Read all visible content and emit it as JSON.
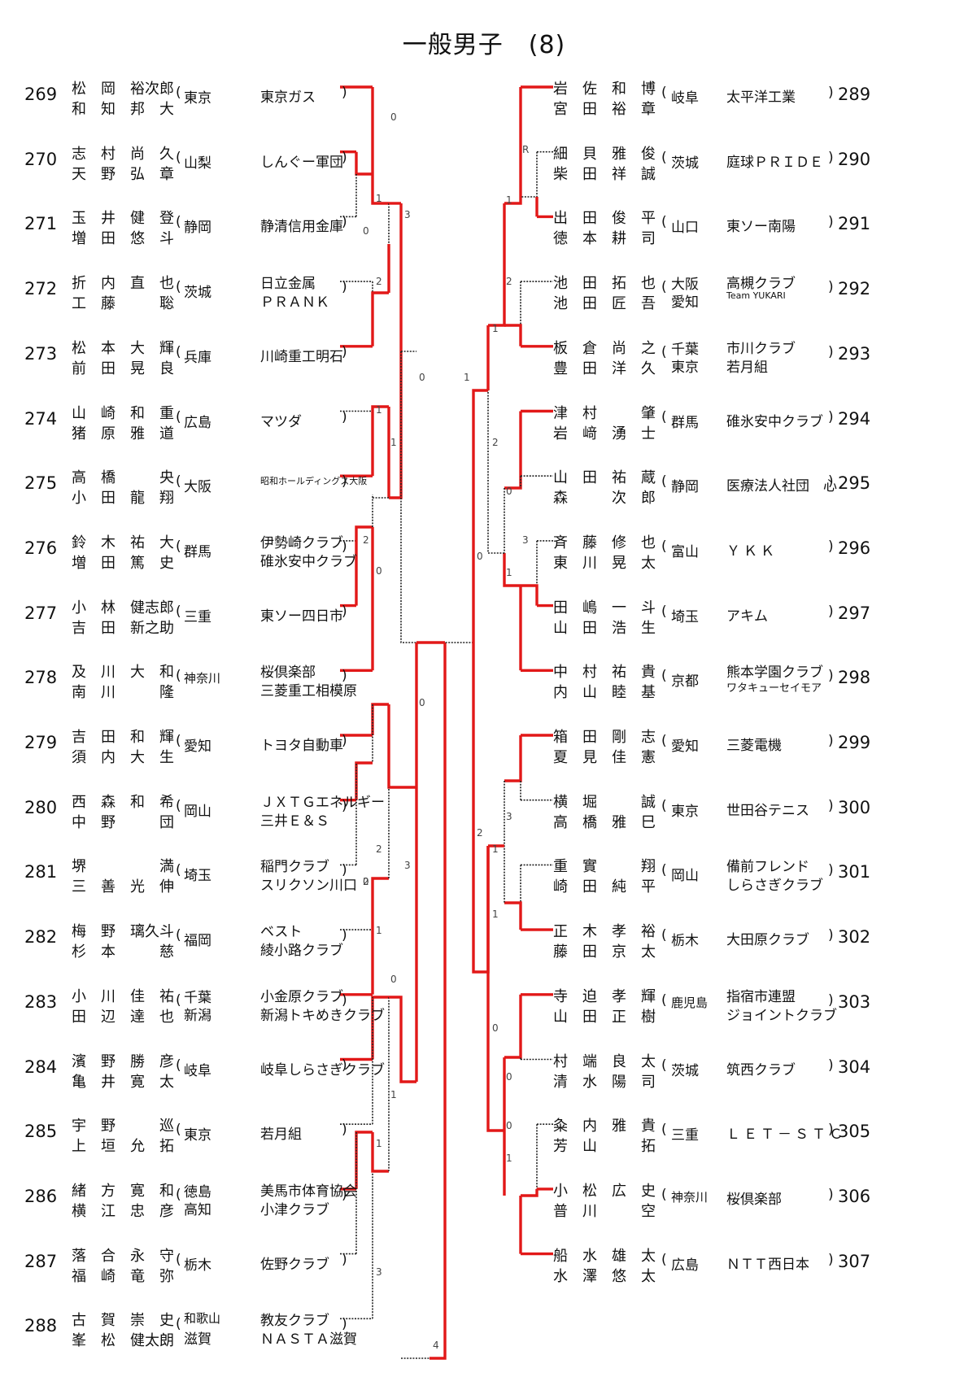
{
  "title": "一般男子　(8)",
  "left": [
    {
      "num": "269",
      "names": [
        "松　岡　裕次郎",
        "和　知　邦　大"
      ],
      "prefs": [
        "東京"
      ],
      "clubs": [
        "東京ガス"
      ]
    },
    {
      "num": "270",
      "names": [
        "志　村　尚　久",
        "天　野　弘　章"
      ],
      "prefs": [
        "山梨"
      ],
      "clubs": [
        "しんぐー軍団"
      ]
    },
    {
      "num": "271",
      "names": [
        "玉　井　健　登",
        "増　田　悠　斗"
      ],
      "prefs": [
        "静岡"
      ],
      "clubs": [
        "静清信用金庫"
      ]
    },
    {
      "num": "272",
      "names": [
        "折　内　直　也",
        "工　藤　　　聡"
      ],
      "prefs": [
        "茨城"
      ],
      "clubs": [
        "日立金属",
        "ＰＲＡＮＫ"
      ]
    },
    {
      "num": "273",
      "names": [
        "松　本　大　輝",
        "前　田　晃　良"
      ],
      "prefs": [
        "兵庫"
      ],
      "clubs": [
        "川崎重工明石"
      ]
    },
    {
      "num": "274",
      "names": [
        "山　崎　和　重",
        "猪　原　雅　道"
      ],
      "prefs": [
        "広島"
      ],
      "clubs": [
        "マツダ"
      ]
    },
    {
      "num": "275",
      "names": [
        "高　橋　　　央",
        "小　田　龍　翔"
      ],
      "prefs": [
        "大阪"
      ],
      "clubs": [
        "昭和ホールディングス大阪"
      ]
    },
    {
      "num": "276",
      "names": [
        "鈴　木　祐　大",
        "増　田　篤　史"
      ],
      "prefs": [
        "群馬"
      ],
      "clubs": [
        "伊勢崎クラブ",
        "碓氷安中クラブ"
      ]
    },
    {
      "num": "277",
      "names": [
        "小　林　健志郎",
        "吉　田　新之助"
      ],
      "prefs": [
        "三重"
      ],
      "clubs": [
        "東ソー四日市"
      ]
    },
    {
      "num": "278",
      "names": [
        "及　川　大　和",
        "南　川　　　隆"
      ],
      "prefs": [
        "神奈川"
      ],
      "clubs": [
        "桜倶楽部",
        "三菱重工相模原"
      ]
    },
    {
      "num": "279",
      "names": [
        "吉　田　和　輝",
        "須　内　大　生"
      ],
      "prefs": [
        "愛知"
      ],
      "clubs": [
        "トヨタ自動車"
      ]
    },
    {
      "num": "280",
      "names": [
        "西　森　和　希",
        "中　野　　　団"
      ],
      "prefs": [
        "岡山"
      ],
      "clubs": [
        "ＪＸＴＧエネルギー",
        "三井Ｅ＆Ｓ"
      ]
    },
    {
      "num": "281",
      "names": [
        "堺　　　　　満",
        "三　善　光　伸"
      ],
      "prefs": [
        "埼玉"
      ],
      "clubs": [
        "稲門クラブ",
        "スリクソン川口"
      ]
    },
    {
      "num": "282",
      "names": [
        "梅　野　璃久斗",
        "杉　本　　　慈"
      ],
      "prefs": [
        "福岡"
      ],
      "clubs": [
        "ベスト",
        "綾小路クラブ"
      ]
    },
    {
      "num": "283",
      "names": [
        "小　川　佳　祐",
        "田　辺　達　也"
      ],
      "prefs": [
        "千葉",
        "新潟"
      ],
      "clubs": [
        "小金原クラブ",
        "新潟トキめきクラブ"
      ]
    },
    {
      "num": "284",
      "names": [
        "濱　野　勝　彦",
        "亀　井　寛　太"
      ],
      "prefs": [
        "岐阜"
      ],
      "clubs": [
        "岐阜しらさぎクラブ"
      ]
    },
    {
      "num": "285",
      "names": [
        "宇　野　　　巡",
        "上　垣　允　拓"
      ],
      "prefs": [
        "東京"
      ],
      "clubs": [
        "若月組"
      ]
    },
    {
      "num": "286",
      "names": [
        "緒　方　寛　和",
        "横　江　忠　彦"
      ],
      "prefs": [
        "徳島",
        "高知"
      ],
      "clubs": [
        "美馬市体育協会",
        "小津クラブ"
      ]
    },
    {
      "num": "287",
      "names": [
        "落　合　永　守",
        "福　崎　竜　弥"
      ],
      "prefs": [
        "栃木"
      ],
      "clubs": [
        "佐野クラブ"
      ]
    },
    {
      "num": "288",
      "names": [
        "古　賀　崇　史",
        "峯　松　健太朗"
      ],
      "prefs": [
        "和歌山",
        "滋賀"
      ],
      "clubs": [
        "教友クラブ",
        "ＮＡＳＴＡ滋賀"
      ]
    }
  ],
  "right": [
    {
      "num": "289",
      "names": [
        "岩　佐　和　博",
        "宮　田　裕　章"
      ],
      "prefs": [
        "岐阜"
      ],
      "clubs": [
        "太平洋工業"
      ]
    },
    {
      "num": "290",
      "names": [
        "細　貝　雅　俊",
        "柴　田　祥　誠"
      ],
      "prefs": [
        "茨城"
      ],
      "clubs": [
        "庭球ＰＲＩＤＥ"
      ]
    },
    {
      "num": "291",
      "names": [
        "出　田　俊　平",
        "徳　本　耕　司"
      ],
      "prefs": [
        "山口"
      ],
      "clubs": [
        "東ソー南陽"
      ]
    },
    {
      "num": "292",
      "names": [
        "池　田　拓　也",
        "池　田　匠　吾"
      ],
      "prefs": [
        "大阪",
        "愛知"
      ],
      "clubs": [
        "高槻クラブ",
        "Team YUKARI"
      ]
    },
    {
      "num": "293",
      "names": [
        "板　倉　尚　之",
        "豊　田　洋　久"
      ],
      "prefs": [
        "千葉",
        "東京"
      ],
      "clubs": [
        "市川クラブ",
        "若月組"
      ]
    },
    {
      "num": "294",
      "names": [
        "津　村　　　肇",
        "岩　﨑　湧　士"
      ],
      "prefs": [
        "群馬"
      ],
      "clubs": [
        "碓氷安中クラブ"
      ]
    },
    {
      "num": "295",
      "names": [
        "山　田　祐　蔵",
        "森　　　次　郎"
      ],
      "prefs": [
        "静岡"
      ],
      "clubs": [
        "医療法人社団　心"
      ]
    },
    {
      "num": "296",
      "names": [
        "斉　藤　修　也",
        "東　川　晃　太"
      ],
      "prefs": [
        "富山"
      ],
      "clubs": [
        "ＹＫＫ"
      ]
    },
    {
      "num": "297",
      "names": [
        "田　嶋　一　斗",
        "山　田　浩　生"
      ],
      "prefs": [
        "埼玉"
      ],
      "clubs": [
        "アキム"
      ]
    },
    {
      "num": "298",
      "names": [
        "中　村　祐　貴",
        "内　山　睦　基"
      ],
      "prefs": [
        "京都"
      ],
      "clubs": [
        "熊本学園クラブ",
        "ワタキューセイモア"
      ]
    },
    {
      "num": "299",
      "names": [
        "箱　田　剛　志",
        "夏　見　佳　憲"
      ],
      "prefs": [
        "愛知"
      ],
      "clubs": [
        "三菱電機"
      ]
    },
    {
      "num": "300",
      "names": [
        "横　堀　　　誠",
        "高　橋　雅　巳"
      ],
      "prefs": [
        "東京"
      ],
      "clubs": [
        "世田谷テニス"
      ]
    },
    {
      "num": "301",
      "names": [
        "重　實　　　翔",
        "崎　田　純　平"
      ],
      "prefs": [
        "岡山"
      ],
      "clubs": [
        "備前フレンド",
        "しらさぎクラブ"
      ]
    },
    {
      "num": "302",
      "names": [
        "正　木　孝　裕",
        "藤　田　京　太"
      ],
      "prefs": [
        "栃木"
      ],
      "clubs": [
        "大田原クラブ"
      ]
    },
    {
      "num": "303",
      "names": [
        "寺　迫　孝　輝",
        "山　田　正　樹"
      ],
      "prefs": [
        "鹿児島"
      ],
      "clubs": [
        "指宿市連盟",
        "ジョイントクラブ"
      ]
    },
    {
      "num": "304",
      "names": [
        "村　端　良　太",
        "清　水　陽　司"
      ],
      "prefs": [
        "茨城"
      ],
      "clubs": [
        "筑西クラブ"
      ]
    },
    {
      "num": "305",
      "names": [
        "粂　内　雅　貴",
        "芳　山　　　拓"
      ],
      "prefs": [
        "三重"
      ],
      "clubs": [
        "ＬＥＴ－ＳＴＣ"
      ]
    },
    {
      "num": "306",
      "names": [
        "小　松　広　史",
        "普　川　　　空"
      ],
      "prefs": [
        "神奈川"
      ],
      "clubs": [
        "桜倶楽部"
      ]
    },
    {
      "num": "307",
      "names": [
        "船　水　雄　太",
        "水　澤　悠　太"
      ],
      "prefs": [
        "広島"
      ],
      "clubs": [
        "ＮＴＴ西日本"
      ]
    }
  ],
  "scores": [
    "0",
    "1",
    "0",
    "3",
    "2",
    "1",
    "1",
    "2",
    "0",
    "0",
    "0",
    "2",
    "3",
    "2",
    "0",
    "1",
    "0",
    "1",
    "1",
    "3",
    "4",
    "R",
    "1",
    "2",
    "1",
    "1",
    "2",
    "0",
    "3",
    "1",
    "0",
    "3",
    "1",
    "1",
    "2",
    "0",
    "0",
    "0",
    "1"
  ]
}
